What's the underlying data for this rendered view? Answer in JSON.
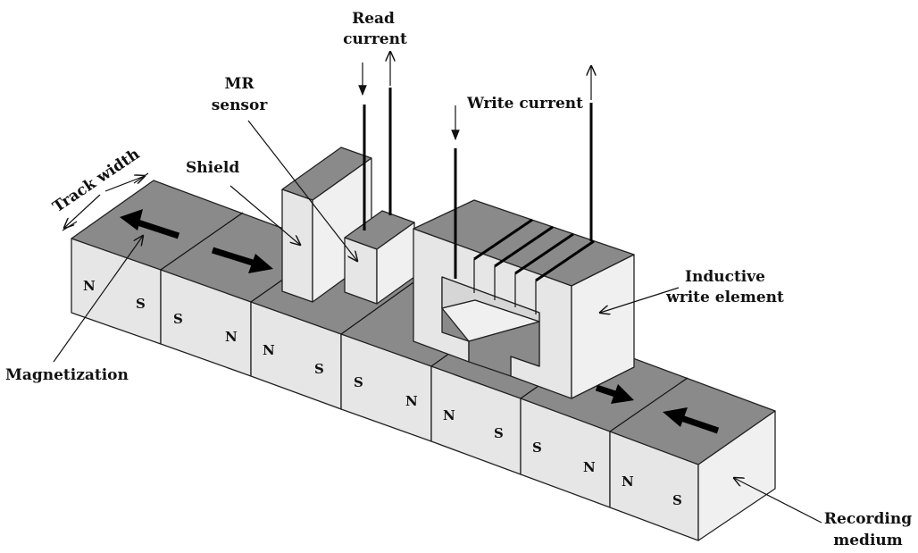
{
  "labels": {
    "read_current": [
      "Read",
      "current"
    ],
    "mr_sensor": [
      "MR",
      "sensor"
    ],
    "write_current": "Write current",
    "shield": "Shield",
    "track_width": "Track width",
    "inductive": [
      "Inductive",
      "write element"
    ],
    "magnetization": "Magnetization",
    "recording": [
      "Recording",
      "medium"
    ]
  },
  "poles": [
    [
      "N",
      "S"
    ],
    [
      "S",
      "N"
    ],
    [
      "N",
      "S"
    ],
    [
      "S",
      "N"
    ],
    [
      "N",
      "S"
    ],
    [
      "S",
      "N"
    ],
    [
      "N",
      "S"
    ]
  ]
}
